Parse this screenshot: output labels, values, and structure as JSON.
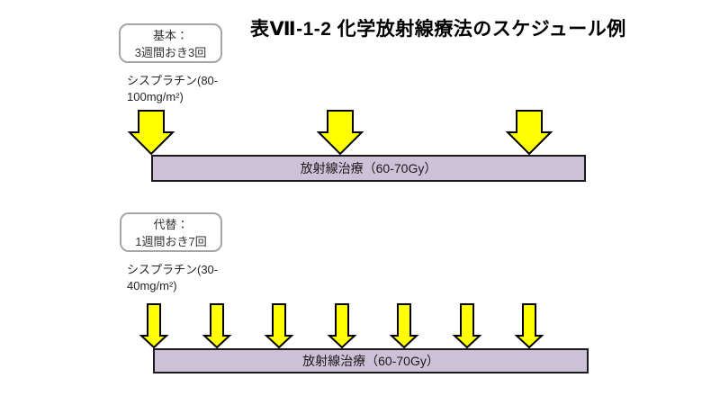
{
  "title": "表Ⅶ-1-2  化学放射線療法のスケジュール例",
  "colors": {
    "background": "#ffffff",
    "arrow_fill": "#ffff00",
    "arrow_stroke": "#000000",
    "bar_fill": "#cdc1d8",
    "bar_border": "#1a1a1a",
    "badge_border": "#a6a6a6"
  },
  "schedules": [
    {
      "name": "basic",
      "badge": "基本：\n3週間おき3回",
      "drug": "シスプラチン(80-\n100mg/m²)",
      "arrow_count": 3,
      "bar_label": "放射線治療（60-70Gy）"
    },
    {
      "name": "alternative",
      "badge": "代替：\n1週間おき7回",
      "drug": "シスプラチン(30-\n40mg/m²)",
      "arrow_count": 7,
      "bar_label": "放射線治療（60-70Gy）"
    }
  ]
}
